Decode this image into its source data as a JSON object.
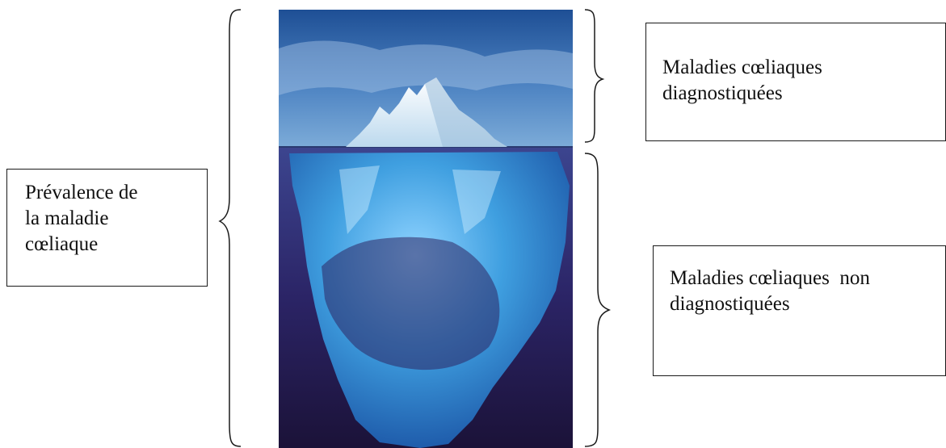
{
  "labels": {
    "prevalence": [
      "Prévalence de",
      "la maladie",
      "cœliaque"
    ],
    "diagnosed": [
      "Maladies cœliaques",
      "diagnostiquées"
    ],
    "undiagnosed": [
      "Maladies cœliaques  non",
      "diagnostiquées"
    ]
  },
  "colors": {
    "sky_top": "#1e4f95",
    "sky_bottom": "#6fa1d2",
    "sea_top": "#3a3e8a",
    "sea_bottom": "#1d1440",
    "ice_light": "#e8f6ff",
    "ice_blue": "#3f9fe0",
    "ice_deep": "#1d5fb0"
  }
}
